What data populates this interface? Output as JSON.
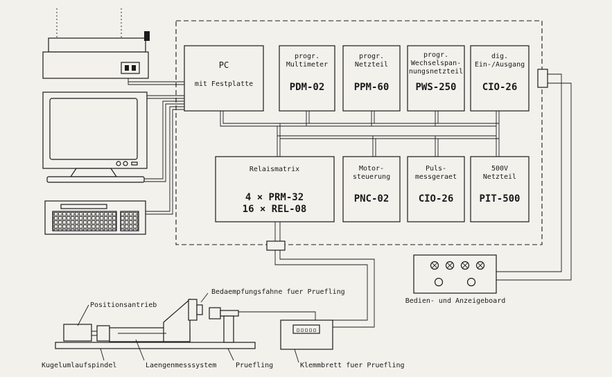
{
  "devices": {
    "pc": {
      "title": "PC",
      "subtitle": "mit Festplatte"
    },
    "pdm": {
      "desc1": "progr.",
      "desc2": "Multimeter",
      "model": "PDM-02"
    },
    "ppm": {
      "desc1": "progr.",
      "desc2": "Netzteil",
      "model": "PPM-60"
    },
    "pws": {
      "desc1": "progr.",
      "desc2": "Wechselspan-",
      "desc3": "nungsnetzteil",
      "model": "PWS-250"
    },
    "cio_io": {
      "desc1": "dig.",
      "desc2": "Ein-/Ausgang",
      "model": "CIO-26"
    },
    "relais": {
      "title": "Relaismatrix",
      "line1": "4 × PRM-32",
      "line2": "16 × REL-08"
    },
    "motor": {
      "desc1": "Motor-",
      "desc2": "steuerung",
      "model": "PNC-02"
    },
    "puls": {
      "desc1": "Puls-",
      "desc2": "messgeraet",
      "model": "CIO-26"
    },
    "netzteil500": {
      "desc1": "500V",
      "desc2": "Netzteil",
      "model": "PIT-500"
    }
  },
  "labels": {
    "board": "Bedien- und Anzeigeboard",
    "positionsantrieb": "Positionsantrieb",
    "fahne": "Bedaempfungsfahne fuer Pruefling",
    "spindel": "Kugelumlaufspindel",
    "messsystem": "Laengenmesssystem",
    "pruefling": "Pruefling",
    "klemmbrett": "Klemmbrett fuer Pruefling"
  },
  "board_indicators": {
    "crossed_lamps": 4,
    "circle_lamps": 2
  }
}
